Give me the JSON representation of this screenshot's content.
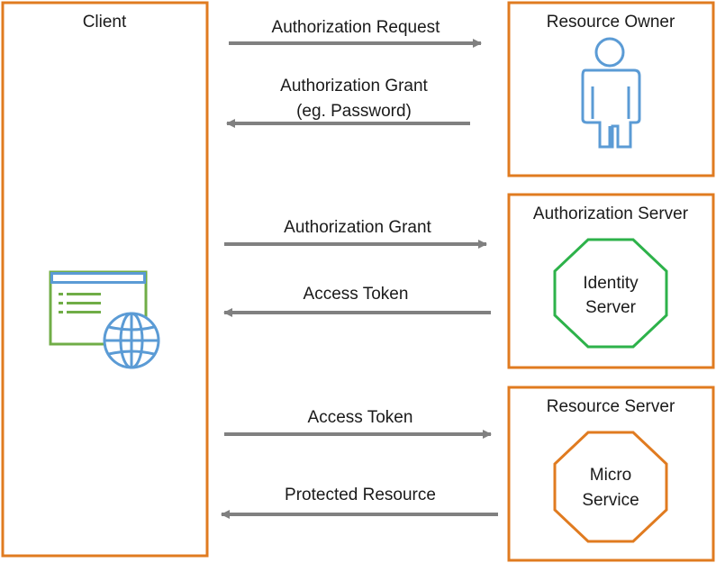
{
  "colors": {
    "box_border": "#e07b20",
    "arrow": "#808080",
    "person": "#5b9bd5",
    "identity_octagon": "#2db24a",
    "micro_octagon": "#e07b20",
    "browser_frame": "#70ad47",
    "browser_bar": "#5b9bd5",
    "globe": "#5b9bd5"
  },
  "icons": {
    "client": "browser-globe-icon",
    "resource_owner": "person-icon"
  },
  "client": {
    "title": "Client"
  },
  "resource_owner": {
    "title": "Resource Owner"
  },
  "authorization_server": {
    "title": "Authorization Server",
    "component_line1": "Identity",
    "component_line2": "Server"
  },
  "resource_server": {
    "title": "Resource Server",
    "component_line1": "Micro",
    "component_line2": "Service"
  },
  "arrows": {
    "auth_request": "Authorization Request",
    "auth_grant_line1": "Authorization Grant",
    "auth_grant_line2": "(eg. Password)",
    "auth_grant_to_server": "Authorization Grant",
    "access_token_from_server": "Access Token",
    "access_token_to_resource": "Access Token",
    "protected_resource": "Protected Resource"
  }
}
